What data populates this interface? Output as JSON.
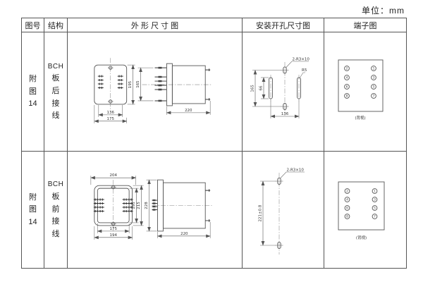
{
  "unit_label": "单位：mm",
  "table": {
    "headers": {
      "fig_no": "图号",
      "structure": "结构",
      "outline": "外 形 尺 寸 图",
      "mounting": "安装开孔尺寸图",
      "terminal": "端子图"
    },
    "rows": [
      {
        "fig_no_lines": [
          "附",
          "图",
          "14"
        ],
        "structure_lines": [
          "BCH",
          "板",
          "后",
          "接",
          "线"
        ],
        "outline": {
          "front_width_inner": "136",
          "front_width_outer": "175",
          "front_height": "195",
          "side_pin_span": "165",
          "side_depth": "220"
        },
        "mounting": {
          "slot_label": "2-R3×10",
          "side_slot_radius": "R5",
          "hole_v_span": "165",
          "side_slot_length": "66",
          "slot_h_span": "136"
        },
        "terminal": {
          "left_numbers": [
            "2",
            "4",
            "6",
            "8"
          ],
          "right_numbers": [
            "1",
            "3",
            "5",
            "7"
          ],
          "view_label": "(背视)"
        }
      },
      {
        "fig_no_lines": [
          "附",
          "图",
          "14"
        ],
        "structure_lines": [
          "BCH",
          "板",
          "前",
          "接",
          "线"
        ],
        "outline": {
          "front_width_top": "204",
          "front_width_inner": "175",
          "front_width_outer": "194",
          "front_height_inner": "195",
          "front_height_outer": "215",
          "side_height": "228",
          "side_depth": "220"
        },
        "mounting": {
          "slot_label": "2-R3×10",
          "hole_v_span": "221±0.8"
        },
        "terminal": {
          "left_numbers": [
            "2",
            "4",
            "6",
            "8"
          ],
          "right_numbers": [
            "1",
            "3",
            "5",
            "7"
          ],
          "view_label": "(背视)"
        }
      }
    ]
  }
}
